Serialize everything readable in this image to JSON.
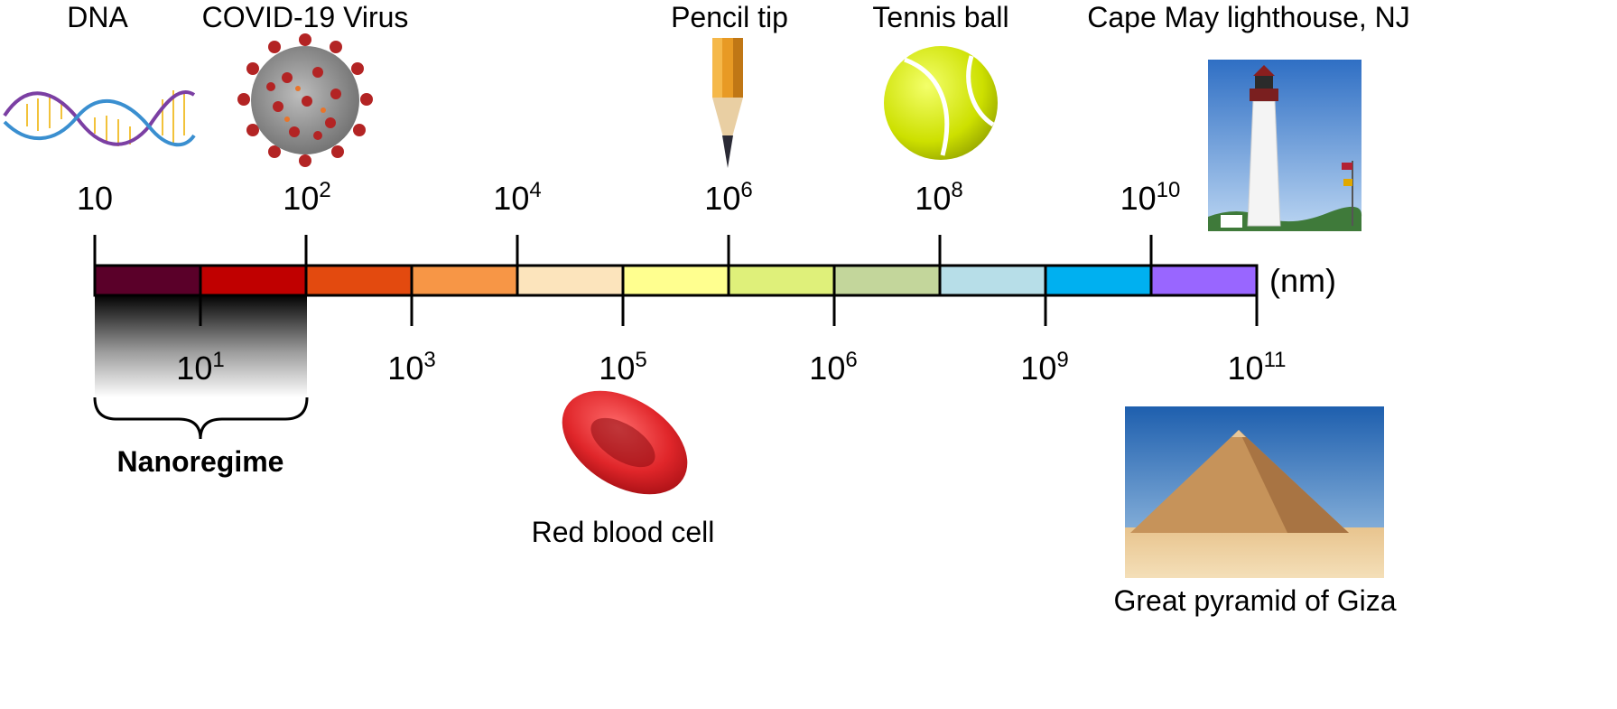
{
  "unit_label": "(nm)",
  "top_ticks": [
    {
      "base": "10",
      "exp": ""
    },
    {
      "base": "10",
      "exp": "2"
    },
    {
      "base": "10",
      "exp": "4"
    },
    {
      "base": "10",
      "exp": "6"
    },
    {
      "base": "10",
      "exp": "8"
    },
    {
      "base": "10",
      "exp": "10"
    }
  ],
  "bottom_ticks": [
    {
      "base": "10",
      "exp": "1"
    },
    {
      "base": "10",
      "exp": "3"
    },
    {
      "base": "10",
      "exp": "5"
    },
    {
      "base": "10",
      "exp": "6"
    },
    {
      "base": "10",
      "exp": "9"
    },
    {
      "base": "10",
      "exp": "11"
    }
  ],
  "segment_colors": [
    "#5a0029",
    "#c00000",
    "#e34a0f",
    "#f79646",
    "#fce4bc",
    "#ffff8f",
    "#dff07a",
    "#c3d69b",
    "#b7dee8",
    "#00b0f0",
    "#9966ff"
  ],
  "nanoregime_label": "Nanoregime",
  "objects": {
    "dna": "DNA",
    "virus": "COVID-19 Virus",
    "pencil": "Pencil tip",
    "tennis": "Tennis ball",
    "lighthouse": "Cape May lighthouse, NJ",
    "blood_cell": "Red blood cell",
    "pyramid": "Great pyramid of Giza"
  }
}
